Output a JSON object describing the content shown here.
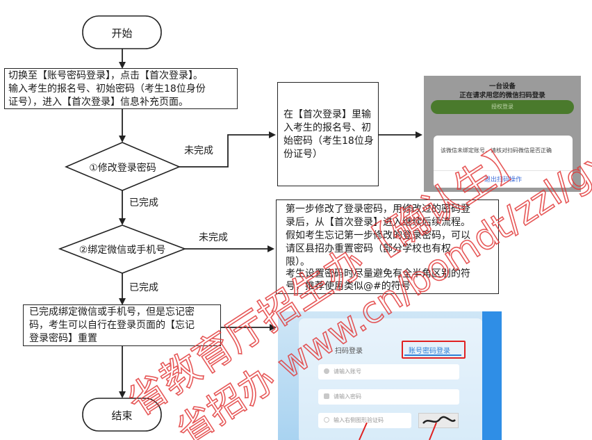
{
  "flow": {
    "start": "开始",
    "end": "结束",
    "step1_lines": [
      "切换至【账号密码登录】，点击【首次登录】。",
      "输入考生的报名号、初始密码（考生18位身份",
      "证号），进入【首次登录】信息补充页面。"
    ],
    "decision1": "①修改登录密码",
    "decision2": "②绑定微信或手机号",
    "incomplete": "未完成",
    "completed": "已完成",
    "note1_lines": [
      "在【首次登录】里输",
      "入考生的报名号、初",
      "始密码（考生18位身",
      "份证号）"
    ],
    "note2_lines": [
      "第一步修改了登录密码，用修改过的密码登",
      "录后，从【首次登录】进入继续后续流程。",
      "假如考生忘记第一步修改的登录密码，可以",
      "请区县招办重置密码（部分学校也有权",
      "限）。",
      "考生设置密码时尽量避免有全半角区别的符",
      "号，推荐使用类似@#的符号"
    ],
    "step3_lines": [
      "已完成绑定微信或手机号，但是忘记密",
      "码，考生可以自行在登录页面的【忘记",
      "登录密码】重置"
    ]
  },
  "phone": {
    "title1": "一台设备",
    "title2": "正在请求用您的微信扫码登录",
    "auth_button": "授权登录",
    "message": "该微信未绑定账号，请核对扫码微信是否正确",
    "exit_link": "退出扫码操作"
  },
  "login": {
    "tab_scan": "扫码登录",
    "tab_password": "账号密码登录",
    "account_placeholder": "请输入账号",
    "password_placeholder": "请输入密码",
    "captcha_placeholder": "输入右侧图形验证码"
  },
  "watermark": {
    "text1": "省教育厅招生办【确认生】",
    "text2": "省招办 www.cn/bomdt/zzl/gxz"
  },
  "colors": {
    "line": "#222222",
    "highlight": "#e02020",
    "watermark": "#e23a3a",
    "phone_bg": "#9b9b9b",
    "auth_green": "#4a7a2c",
    "link_blue": "#3a6bd8"
  }
}
